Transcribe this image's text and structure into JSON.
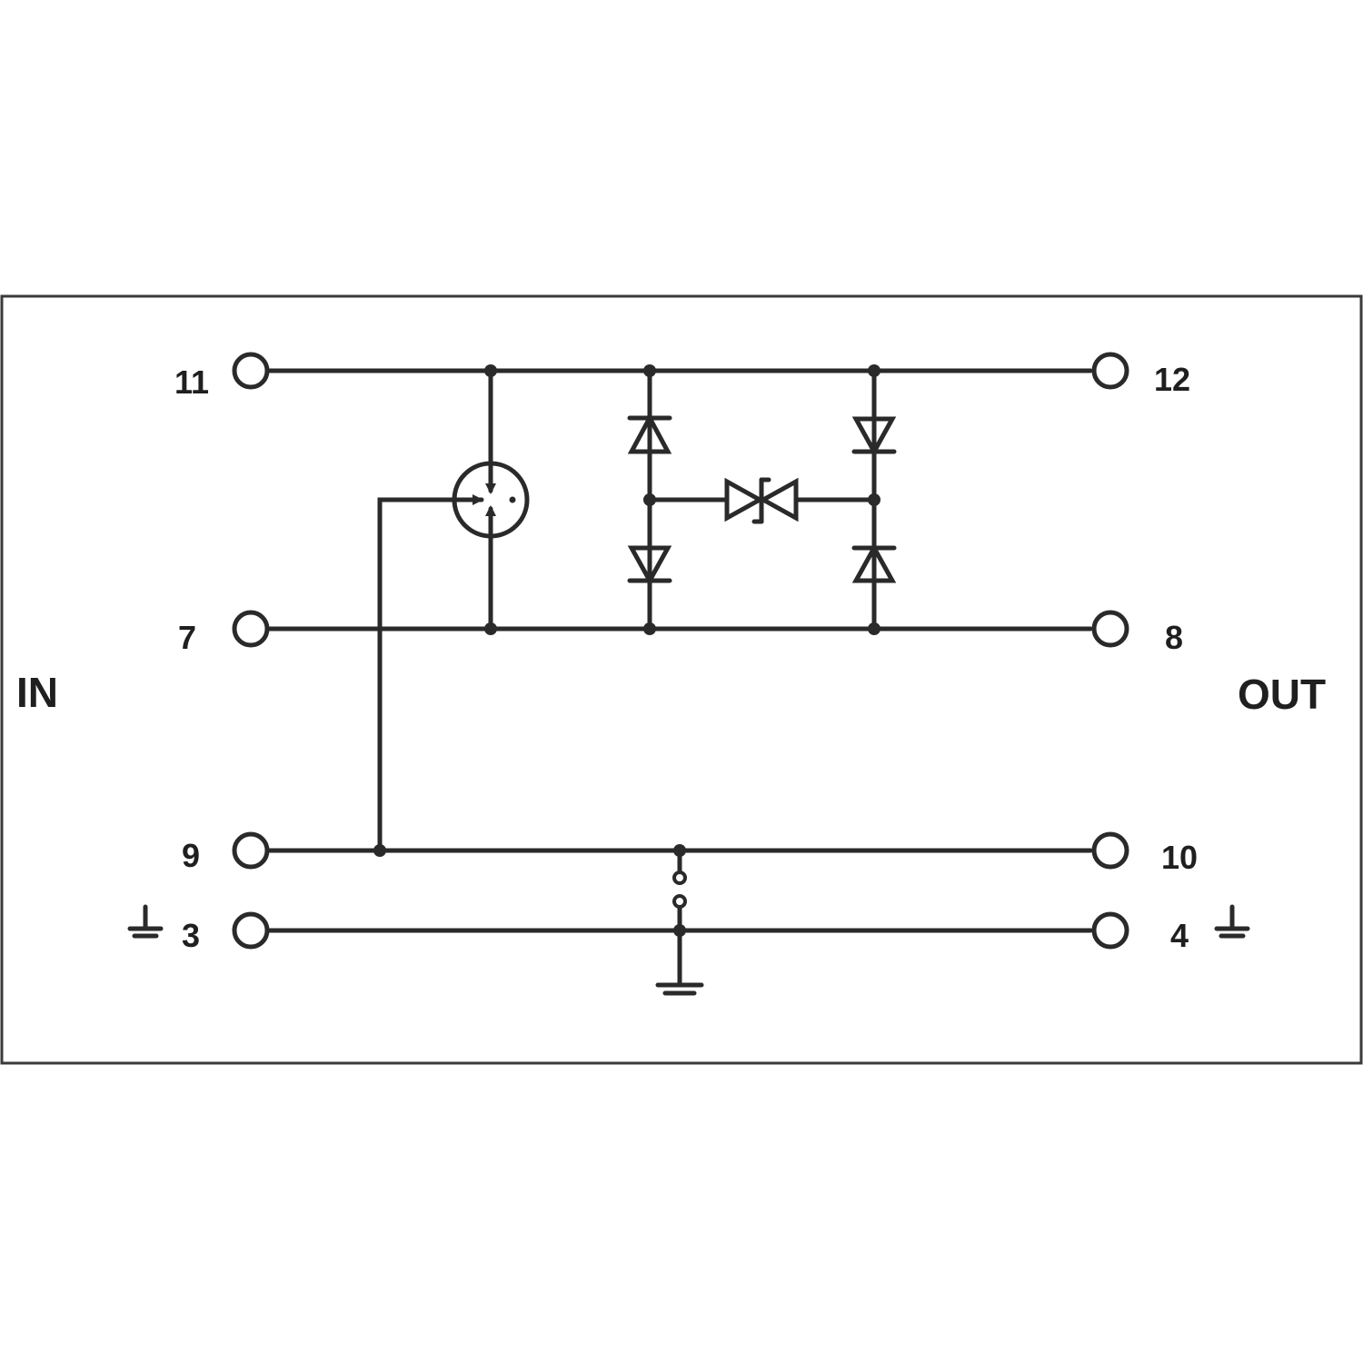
{
  "side_labels": {
    "input": "IN",
    "output": "OUT"
  },
  "terminals": {
    "t11": "11",
    "t12": "12",
    "t7": "7",
    "t8": "8",
    "t9": "9",
    "t10": "10",
    "t3": "3",
    "t4": "4"
  },
  "icons": {
    "ground": "ground-icon",
    "gas_discharge_tube": "gas-discharge-tube-icon",
    "diode": "diode-icon",
    "bidirectional_tvs_diode": "tvs-diode-icon"
  },
  "colors": {
    "line": "#2a2a2a",
    "text": "#1f1f1f",
    "background": "#ffffff",
    "frame": "#3a3a3a"
  }
}
